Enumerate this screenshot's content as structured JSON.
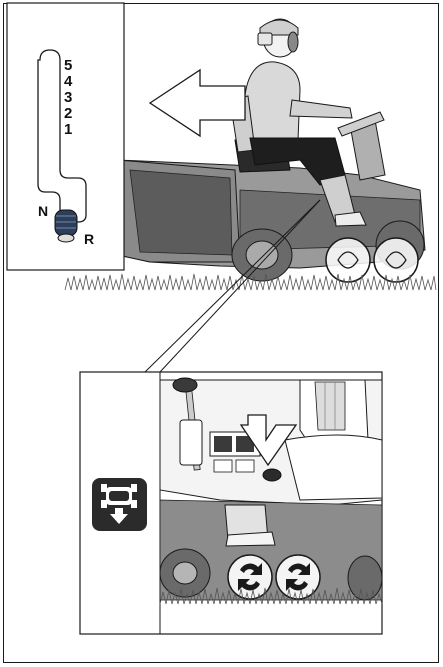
{
  "gear_shifter": {
    "gears": [
      "5",
      "4",
      "3",
      "2",
      "1"
    ],
    "neutral_label": "N",
    "reverse_label": "R"
  },
  "colors": {
    "line": "#1a1a1a",
    "mower_gray": "#7a7a7a",
    "dark_gray": "#3a3a3a",
    "badge_bg": "#2b2b2b",
    "grass": "#555555"
  }
}
